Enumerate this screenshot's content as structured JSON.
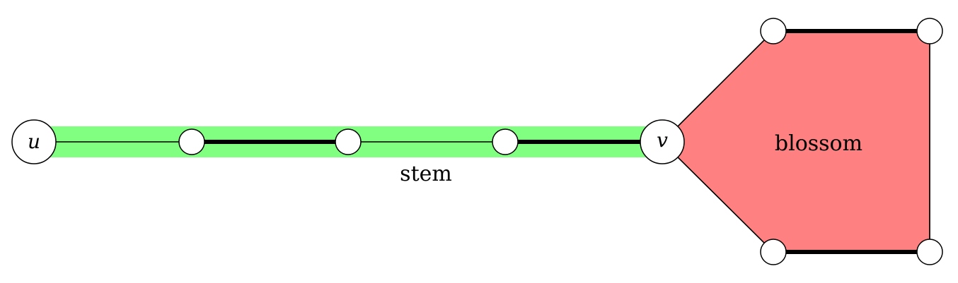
{
  "labels": {
    "u": "u",
    "v": "v",
    "stem": "stem",
    "blossom": "blossom"
  },
  "colors": {
    "stem_highlight": "#80ff80",
    "blossom_fill": "#ff8080",
    "edge": "#000000",
    "node_fill": "#ffffff"
  },
  "edges": [
    {
      "from": "u",
      "to": "s1",
      "matched": false
    },
    {
      "from": "s1",
      "to": "s2",
      "matched": true
    },
    {
      "from": "s2",
      "to": "s3",
      "matched": false
    },
    {
      "from": "s3",
      "to": "v",
      "matched": true
    },
    {
      "from": "v",
      "to": "b1",
      "matched": false
    },
    {
      "from": "b1",
      "to": "b2",
      "matched": true
    },
    {
      "from": "b2",
      "to": "b3",
      "matched": false
    },
    {
      "from": "b3",
      "to": "b4",
      "matched": true
    },
    {
      "from": "b4",
      "to": "v",
      "matched": false
    }
  ]
}
